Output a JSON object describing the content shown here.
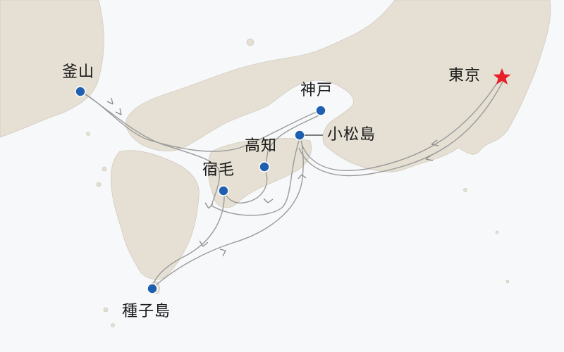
{
  "map": {
    "ports": [
      {
        "id": "busan",
        "label": "釜山",
        "kind": "port"
      },
      {
        "id": "kobe",
        "label": "神戸",
        "kind": "port"
      },
      {
        "id": "komatsushima",
        "label": "小松島",
        "kind": "port"
      },
      {
        "id": "kochi",
        "label": "高知",
        "kind": "port"
      },
      {
        "id": "sukumo",
        "label": "宿毛",
        "kind": "port"
      },
      {
        "id": "tanegashima",
        "label": "種子島",
        "kind": "port"
      },
      {
        "id": "tokyo",
        "label": "東京",
        "kind": "start"
      }
    ],
    "colors": {
      "sea": "#f7f8fa",
      "land": "#e5e0d3",
      "route": "#9a9a9a",
      "port_marker": "#1f5fb0",
      "start_marker": "#e8202a"
    },
    "icons": {
      "port": "circle-marker",
      "start": "star-marker"
    }
  }
}
